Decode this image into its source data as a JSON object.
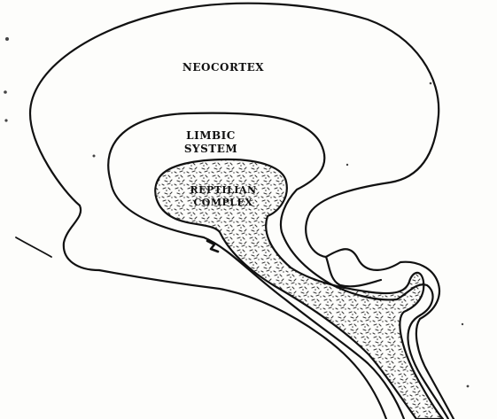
{
  "diagram": {
    "labels": {
      "neocortex": "NEOCORTEX",
      "limbic_line1": "LIMBIC",
      "limbic_line2": "SYSTEM",
      "reptilian_line1": "REPTILIAN",
      "reptilian_line2": "COMPLEX"
    },
    "colors": {
      "ink": "#111111",
      "paper": "#fdfdfb",
      "stipple": "#3a3a3a"
    }
  }
}
